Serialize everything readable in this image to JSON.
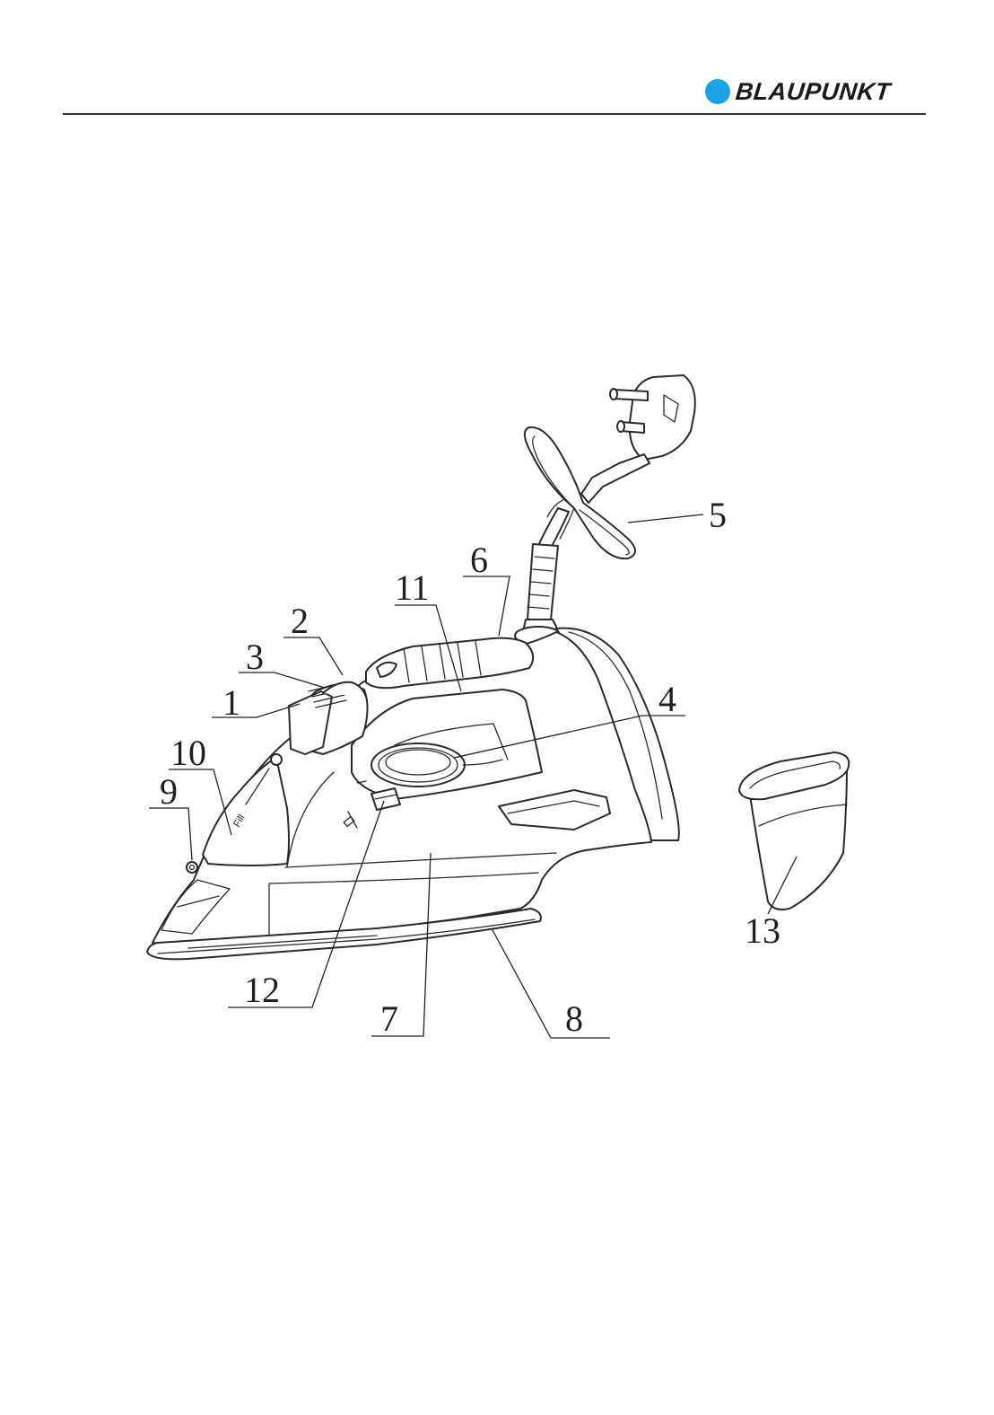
{
  "brand": {
    "name": "BLAUPUNKT",
    "dot_color": "#1aa3e6"
  },
  "diagram": {
    "callouts": [
      {
        "id": "1",
        "label": "1"
      },
      {
        "id": "2",
        "label": "2"
      },
      {
        "id": "3",
        "label": "3"
      },
      {
        "id": "4",
        "label": "4"
      },
      {
        "id": "5",
        "label": "5"
      },
      {
        "id": "6",
        "label": "6"
      },
      {
        "id": "7",
        "label": "7"
      },
      {
        "id": "8",
        "label": "8"
      },
      {
        "id": "9",
        "label": "9"
      },
      {
        "id": "10",
        "label": "10"
      },
      {
        "id": "11",
        "label": "11"
      },
      {
        "id": "12",
        "label": "12"
      },
      {
        "id": "13",
        "label": "13"
      }
    ],
    "fill_label": "Fill"
  }
}
